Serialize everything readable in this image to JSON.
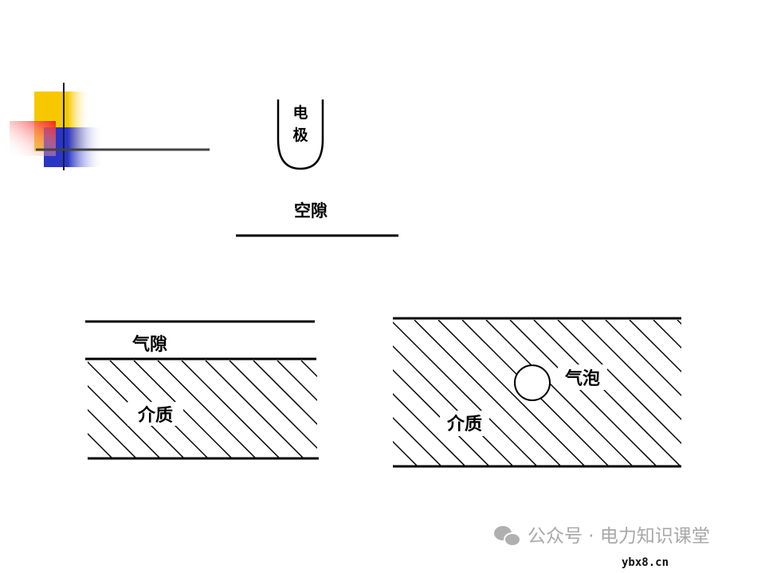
{
  "labels": {
    "electrode": [
      "电",
      "极"
    ],
    "gap": "空隙",
    "air_gap": "气隙",
    "medium_left": "介质",
    "bubble": "气泡",
    "medium_right": "介质"
  },
  "watermark": {
    "text": "公众号 · 电力知识课堂",
    "icon": "wechat-icon",
    "site": "ybx8.cn"
  },
  "colors": {
    "yellow": "#f7c800",
    "red": "#f02020",
    "blue": "#2a35c8"
  }
}
